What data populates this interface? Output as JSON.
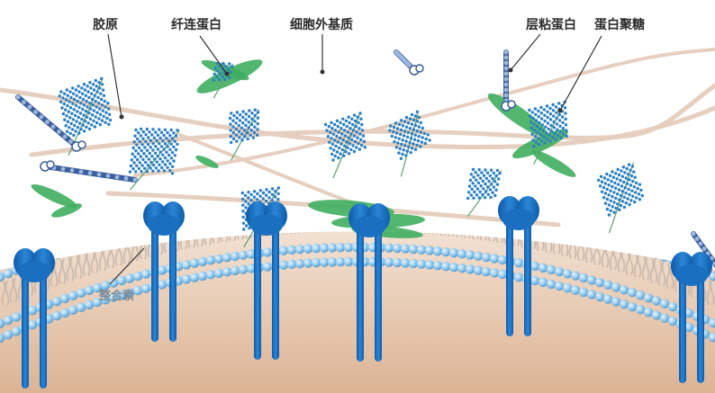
{
  "labels": {
    "collagen": "胶原",
    "fibronectin": "纤连蛋白",
    "ecm": "细胞外基质",
    "laminin": "层粘蛋白",
    "proteoglycan": "蛋白聚糖",
    "integrin": "整合素"
  },
  "icons": [
    "collagen-fiber-icon",
    "fibronectin-icon",
    "laminin-icon",
    "proteoglycan-icon",
    "integrin-icon",
    "lipid-bilayer-icon"
  ],
  "colors": {
    "fiber": "#e6cfbf",
    "membrane": "#8ec6ea",
    "integrin": "#1b6fc0",
    "fibronectin": "#3fae5f",
    "proteoglycan": "#2a7fc4",
    "laminin": "#3a5f9a",
    "cytoplasm": "#e7cdb6"
  }
}
